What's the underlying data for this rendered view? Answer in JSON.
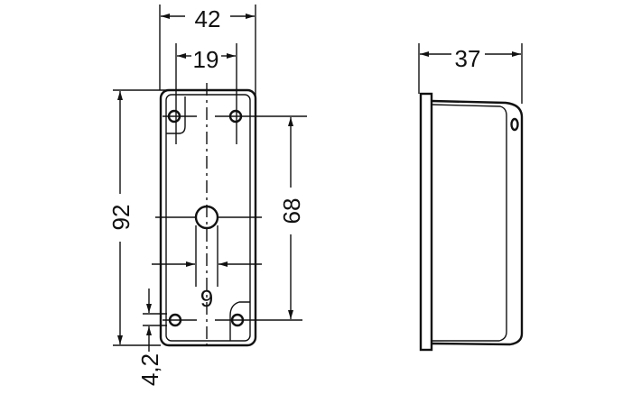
{
  "dimensions": {
    "width_front": "42",
    "hole_spacing_horizontal": "19",
    "height": "92",
    "hole_spacing_vertical": "68",
    "slot_width": "9",
    "hole_offset": "4,2",
    "depth": "37"
  },
  "colors": {
    "line": "#111111",
    "background": "#ffffff"
  }
}
